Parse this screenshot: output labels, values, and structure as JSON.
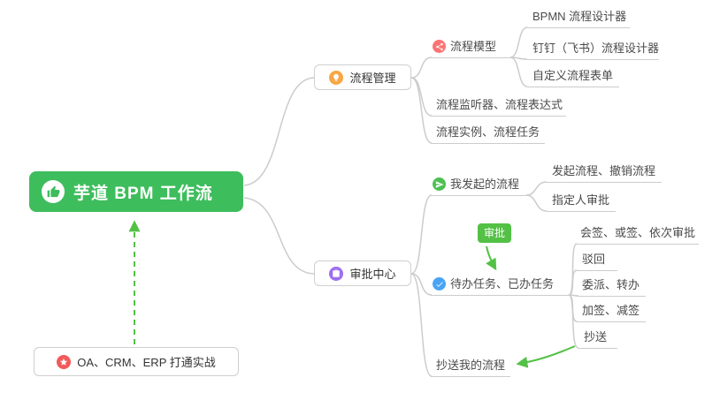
{
  "root": {
    "label": "芋道 BPM 工作流"
  },
  "nodes": {
    "process_mgmt": "流程管理",
    "process_model": "流程模型",
    "bpmn_designer": "BPMN 流程设计器",
    "dingtalk_designer": "钉钉（飞书）流程设计器",
    "custom_form": "自定义流程表单",
    "listener_expression": "流程监听器、流程表达式",
    "instance_task": "流程实例、流程任务",
    "approval_center": "审批中心",
    "my_initiated": "我发起的流程",
    "initiate_cancel": "发起流程、撤销流程",
    "assigned_approval": "指定人审批",
    "todo_done": "待办任务、已办任务",
    "countersign": "会签、或签、依次审批",
    "reject": "驳回",
    "delegate_transfer": "委派、转办",
    "add_reduce_sign": "加签、减签",
    "carbon_copy": "抄送",
    "cc_my_process": "抄送我的流程",
    "oa_practice": "OA、CRM、ERP 打通实战"
  },
  "badge": {
    "approval": "审批"
  },
  "colors": {
    "c_root": "#3ebd5d",
    "c_arrow": "#53c145",
    "c_line": "#cccccc",
    "c_border": "#cfcfcf",
    "c_bulb": "#f7a744",
    "c_model": "#fb7473",
    "c_approval": "#9d6ff2",
    "c_initiated": "#4bc052",
    "c_todo": "#4aa4f5",
    "c_star": "#f25a5a"
  }
}
